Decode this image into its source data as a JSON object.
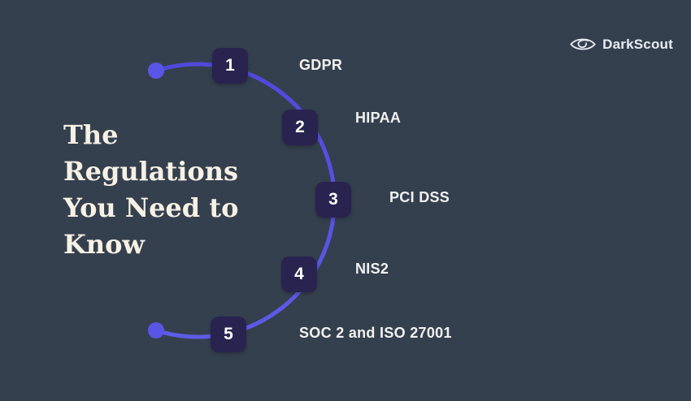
{
  "colors": {
    "background": "#35404f",
    "badge_bg": "#28234f",
    "badge_text": "#ffffff",
    "arc_start": "#5149dd",
    "arc_end": "#5f5be8",
    "dot": "#5a55e5",
    "title_text": "#f6f1e4",
    "label_text": "#f2f3f0",
    "brand_text": "#e9edf3"
  },
  "brand": {
    "name": "DarkScout",
    "icon": "eye-swoosh"
  },
  "title": {
    "full": "The Regulations You Need to Know",
    "lines": [
      "The",
      "Regulations",
      "You Need to",
      "Know"
    ]
  },
  "diagram": {
    "items": [
      {
        "number": "1",
        "label": "GDPR"
      },
      {
        "number": "2",
        "label": "HIPAA"
      },
      {
        "number": "3",
        "label": "PCI DSS"
      },
      {
        "number": "4",
        "label": "NIS2"
      },
      {
        "number": "5",
        "label": "SOC 2 and ISO 27001"
      }
    ]
  }
}
